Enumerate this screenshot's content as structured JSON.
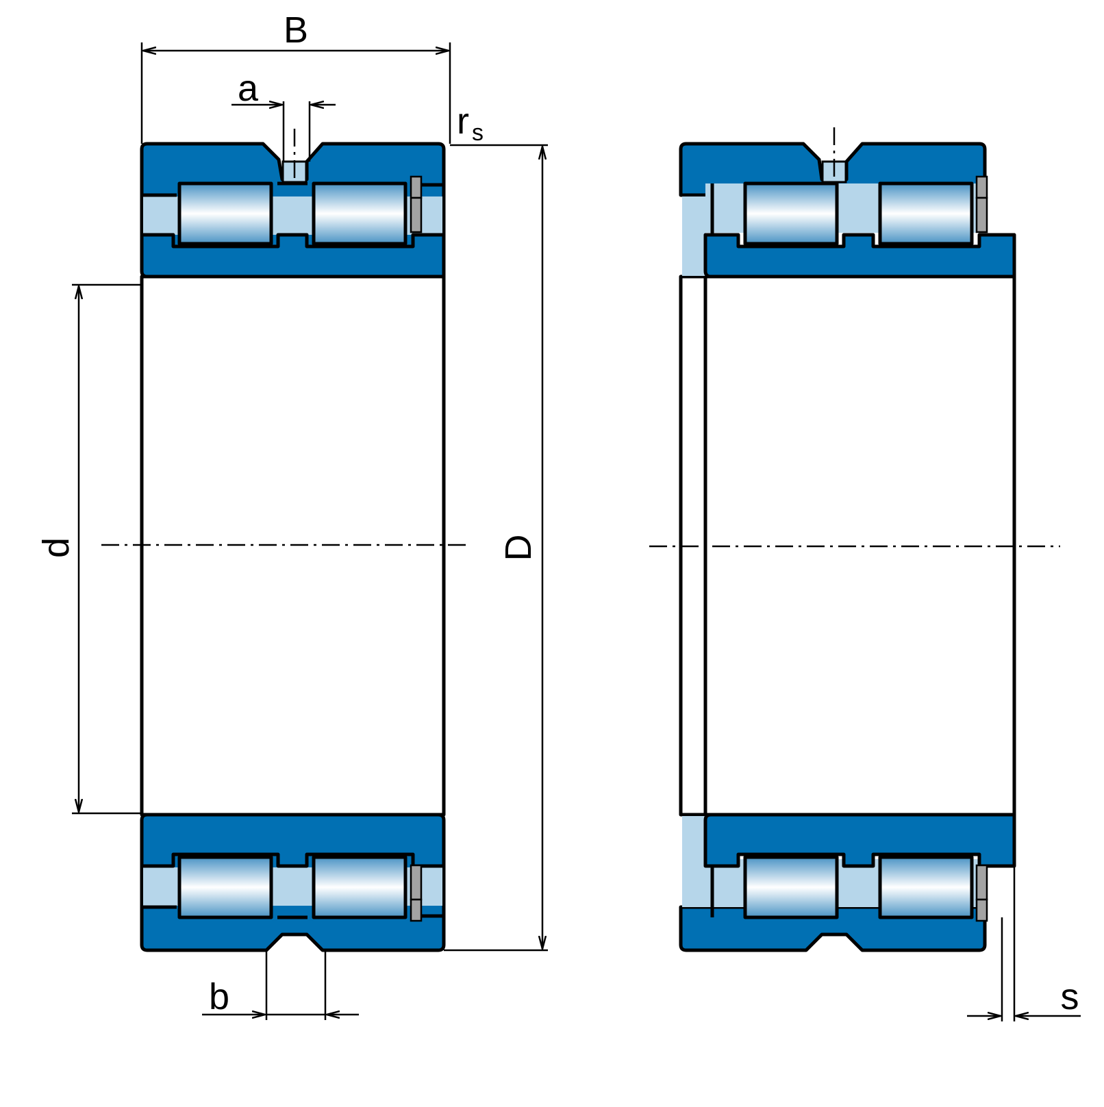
{
  "diagram": {
    "labels": {
      "B": "B",
      "a": "a",
      "r": "r",
      "r_sub": "s",
      "d": "d",
      "D": "D",
      "b": "b",
      "s": "s"
    },
    "colors": {
      "ring": "#0170b3",
      "light": "#b6d6ea",
      "roller_edge": "#4a93c4",
      "cage": "#a3a3a3",
      "outline": "#000000"
    }
  }
}
